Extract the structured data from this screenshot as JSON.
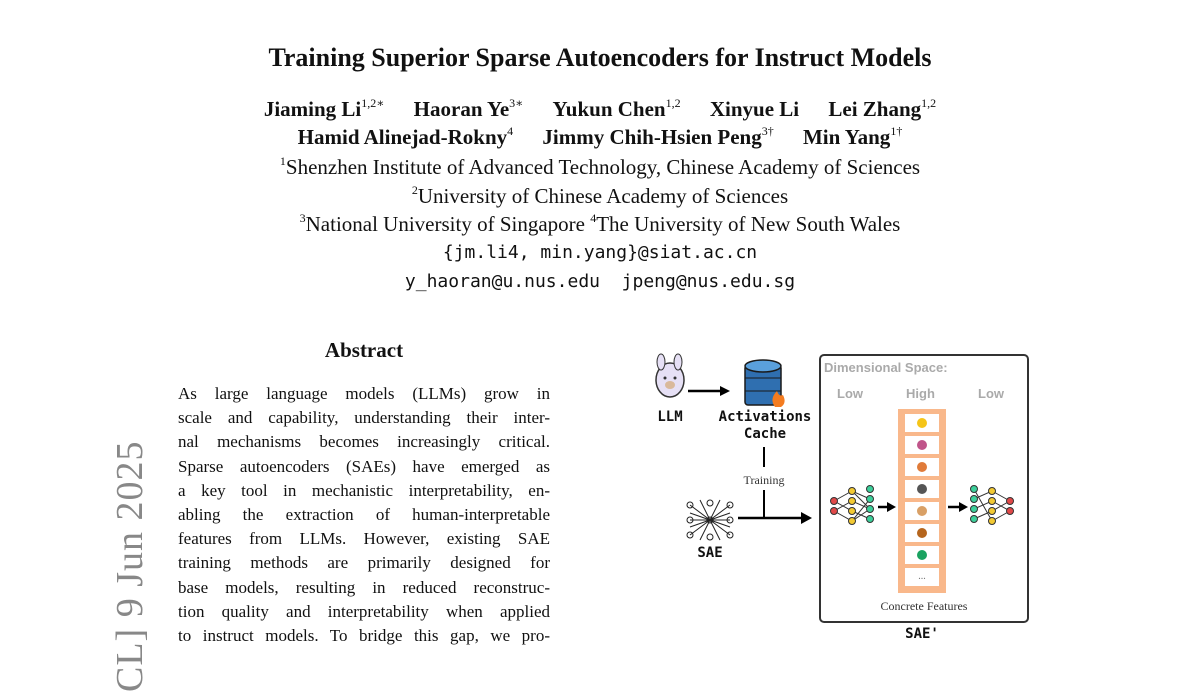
{
  "title": "Training Superior Sparse Autoencoders for Instruct Models",
  "authors_line1": [
    {
      "name": "Jiaming Li",
      "sup": "1,2∗"
    },
    {
      "name": "Haoran Ye",
      "sup": "3∗"
    },
    {
      "name": "Yukun Chen",
      "sup": "1,2"
    },
    {
      "name": "Xinyue Li",
      "sup": ""
    },
    {
      "name": "Lei Zhang",
      "sup": "1,2"
    }
  ],
  "authors_line2": [
    {
      "name": "Hamid Alinejad-Rokny",
      "sup": "4"
    },
    {
      "name": "Jimmy Chih-Hsien Peng",
      "sup": "3†"
    },
    {
      "name": "Min Yang",
      "sup": "1†"
    }
  ],
  "affiliations": {
    "a1_sup": "1",
    "a1": "Shenzhen Institute of Advanced Technology, Chinese Academy of Sciences",
    "a2_sup": "2",
    "a2": "University of Chinese Academy of Sciences",
    "a3_sup": "3",
    "a3": "National University of Singapore ",
    "a4_sup": "4",
    "a4": "The University of New South Wales"
  },
  "emails": {
    "line1": "{jm.li4, min.yang}@siat.ac.cn",
    "line2": "y_haoran@u.nus.edu  jpeng@nus.edu.sg"
  },
  "arxiv_stamp": "CL]  9 Jun 2025",
  "abstract": {
    "heading": "Abstract",
    "lines": [
      "As large language models (LLMs) grow in",
      "scale and capability, understanding their inter-",
      "nal mechanisms becomes increasingly critical.",
      "Sparse autoencoders (SAEs) have emerged as",
      "a key tool in mechanistic interpretability, en-",
      "abling the extraction of human-interpretable",
      "features from LLMs. However, existing SAE",
      "training methods are primarily designed for",
      "base models, resulting in reduced reconstruc-",
      "tion quality and interpretability when applied",
      "to instruct models. To bridge this gap, we pro-"
    ]
  },
  "figure": {
    "llm": "LLM",
    "cache": "Activations\nCache",
    "training": "Training",
    "sae": "SAE",
    "dim_space": "Dimensional Space:",
    "low1": "Low",
    "high": "High",
    "low2": "Low",
    "ellipsis": "...",
    "concrete": "Concrete Features",
    "sae_prime": "SAE'",
    "feature_colors": [
      "#f5c518",
      "#c0558a",
      "#e07b39",
      "#555555",
      "#d9a066",
      "#b5651d",
      "#1aa260"
    ]
  }
}
